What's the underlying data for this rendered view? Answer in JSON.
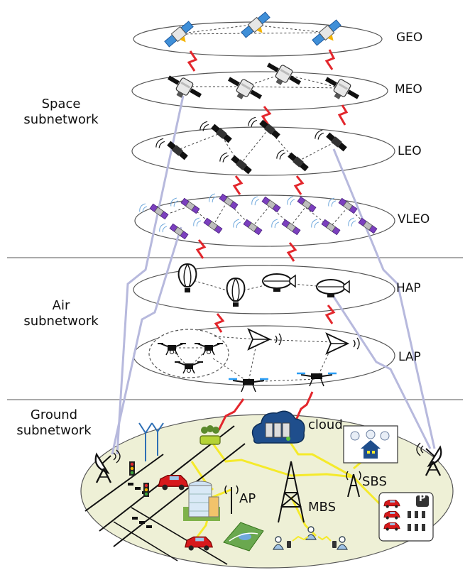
{
  "groups": {
    "space": {
      "line1": "Space",
      "line2": "subnetwork"
    },
    "air": {
      "line1": "Air",
      "line2": "subnetwork"
    },
    "ground": {
      "line1": "Ground",
      "line2": "subnetwork"
    }
  },
  "layers": {
    "geo": "GEO",
    "meo": "MEO",
    "leo": "LEO",
    "vleo": "VLEO",
    "hap": "HAP",
    "lap": "LAP"
  },
  "ground_nodes": {
    "cloud": "cloud",
    "ap": "AP",
    "mbs": "MBS",
    "sbs": "SBS",
    "parking_sign": "P"
  },
  "colors": {
    "ground_plane": "#eef0d6",
    "orbit_plane": "#ffffff",
    "laser_link": "#e3262c",
    "feeder_link": "#b7b9dd",
    "wireless_link": "#f5ea2a",
    "satellite_blue": "#3f8fd8",
    "vleo_panel": "#7b3fbe"
  },
  "icons": [
    "satellite-icon",
    "balloon-icon",
    "airship-icon",
    "drone-icon",
    "uav-icon",
    "dish-icon",
    "tower-icon",
    "cloud-icon",
    "house-icon",
    "car-icon",
    "building-icon",
    "wind-turbine-icon",
    "traffic-light-icon",
    "user-icon"
  ]
}
